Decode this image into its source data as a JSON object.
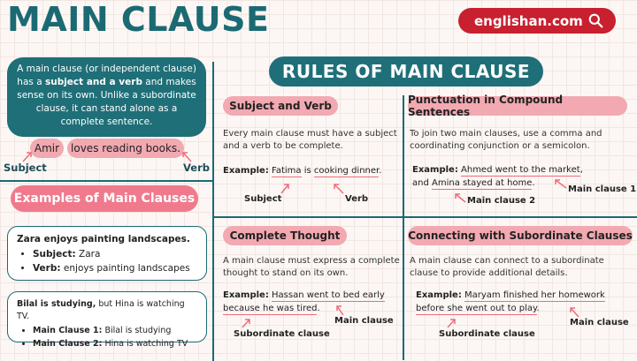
{
  "title": "MAIN CLAUSE",
  "site": {
    "name": "englishan.com",
    "icon": "search-icon",
    "color": "#c8202f"
  },
  "intro": {
    "part1": "A main clause (or independent clause) has a ",
    "bold": "subject and a verb",
    "part2": " and makes sense on its own. Unlike a subordinate clause, it can stand alone as a complete sentence."
  },
  "example_sentence": {
    "subject_chip": "Amir",
    "verb_chip": "loves reading books.",
    "subject_label": "Subject",
    "verb_label": "Verb"
  },
  "examples": {
    "heading": "Examples of Main Clauses",
    "card1": {
      "sentence": "Zara enjoys painting landscapes.",
      "items": [
        {
          "key": "Subject:",
          "value": " Zara"
        },
        {
          "key": "Verb:",
          "value": " enjoys painting landscapes"
        }
      ]
    },
    "card2": {
      "sentence_bold": "Bilal is studying,",
      "sentence_rest": " but Hina is watching TV.",
      "items": [
        {
          "key": "Main Clause 1:",
          "value": " Bilal is studying"
        },
        {
          "key": "Main Clause 2:",
          "value": " Hina is watching TV"
        }
      ]
    }
  },
  "rules": {
    "heading": "RULES OF MAIN CLAUSE",
    "subject_verb": {
      "heading": "Subject and Verb",
      "body": "Every main clause must have a subject and a verb to be complete.",
      "example_label": "Example:",
      "subject_text": "Fatima",
      "middle": " is ",
      "verb_text": "cooking dinner",
      "end": ".",
      "ann_subject": "Subject",
      "ann_verb": "Verb"
    },
    "compound": {
      "heading": "Punctuation in Compound Sentences",
      "body": "To join two main clauses, use a comma and coordinating conjunction or a semicolon.",
      "example_label": "Example:",
      "clause1": "Ahmed went to the market",
      "comma": ",",
      "and": "and ",
      "clause2": "Amina stayed at home",
      "end": ".",
      "ann1": "Main clause 1",
      "ann2": "Main clause 2"
    },
    "complete": {
      "heading": "Complete Thought",
      "body": "A main clause must express a complete thought to stand on its own.",
      "example_label": "Example:",
      "main": "Hassan went to bed early",
      "sub": "because he was tired",
      "end": ".",
      "ann_sub": "Subordinate clause",
      "ann_main": "Main clause"
    },
    "subordinate": {
      "heading": "Connecting with Subordinate Clauses",
      "body": "A main clause can connect to a subordinate clause to provide additional details.",
      "example_label": "Example:",
      "main": "Maryam finished her homework",
      "sub": "before she went out to play",
      "end": ".",
      "ann_sub": "Subordinate clause",
      "ann_main": "Main clause"
    }
  }
}
